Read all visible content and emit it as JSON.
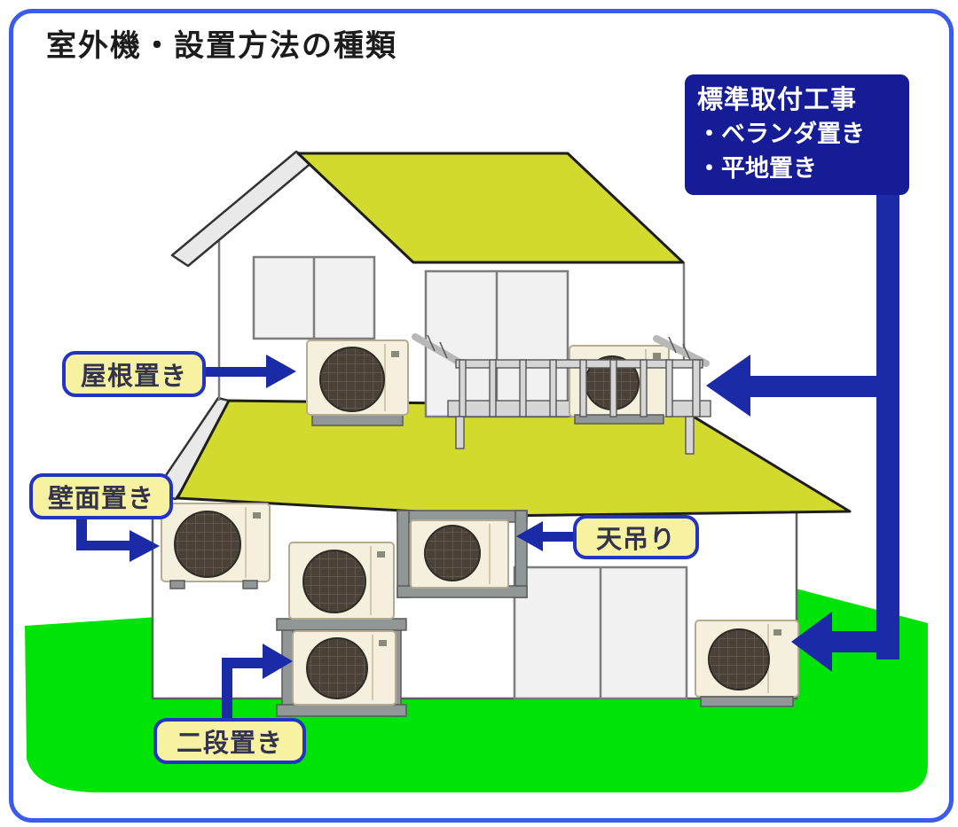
{
  "title": "室外機・設置方法の種類",
  "info_box": {
    "heading": "標準取付工事",
    "items": [
      "・ベランダ置き",
      "・平地置き"
    ]
  },
  "labels": {
    "roof": "屋根置き",
    "wall": "壁面置き",
    "ceiling": "天吊り",
    "two_tier": "二段置き"
  },
  "colors": {
    "frame": "#3b5be8",
    "roof": "#d2da2d",
    "grass": "#00e306",
    "navy": "#1b2aa6",
    "label_bg": "#f7f2a2",
    "label_border": "#2334c0",
    "label_text": "#33334d",
    "infobox_bg": "#161c96",
    "infobox_text": "#ffffff",
    "ac_body": "#f4f0dd",
    "fan": "#4a4138",
    "metal": "#919797",
    "wall_stroke": "#606060",
    "title_text": "#1c1c1c"
  }
}
